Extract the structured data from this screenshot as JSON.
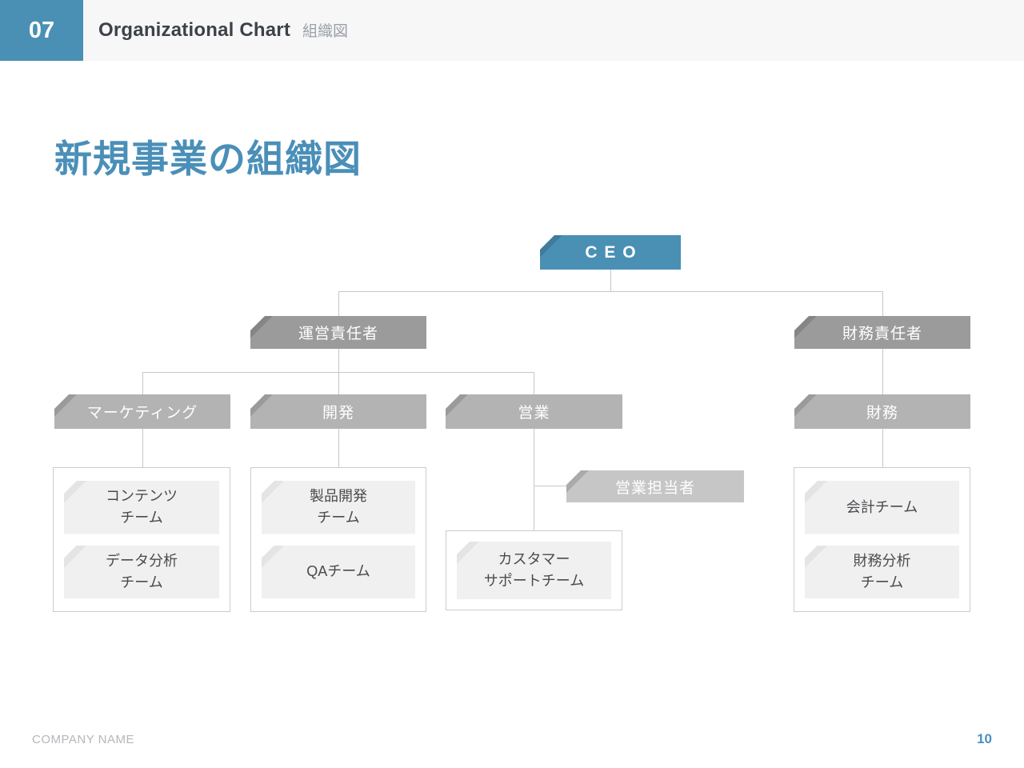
{
  "colors": {
    "accent_blue": "#4a90b5",
    "title_blue": "#4a8fb8",
    "manager_gray": "#9b9b9b",
    "department_gray": "#b3b3b3",
    "assignee_gray": "#c6c6c6",
    "leaf_bg": "#f0f0f1",
    "connector_gray": "#c6c6ca",
    "header_bg": "#f7f7f8"
  },
  "header": {
    "slide_number": "07",
    "title": "Organizational Chart",
    "subtitle": "組織図"
  },
  "page_title": "新規事業の組織図",
  "org_chart": {
    "ceo": {
      "label": "CEO"
    },
    "managers": [
      {
        "id": "operations",
        "label": "運営責任者"
      },
      {
        "id": "finance",
        "label": "財務責任者"
      }
    ],
    "departments": [
      {
        "id": "marketing",
        "label": "マーケティング",
        "parent": "operations",
        "teams": [
          "コンテンツ\nチーム",
          "データ分析\nチーム"
        ]
      },
      {
        "id": "development",
        "label": "開発",
        "parent": "operations",
        "teams": [
          "製品開発\nチーム",
          "QAチーム"
        ]
      },
      {
        "id": "sales",
        "label": "営業",
        "parent": "operations",
        "staff": "営業担当者",
        "teams": [
          "カスタマー\nサポートチーム"
        ]
      },
      {
        "id": "finance-dept",
        "label": "財務",
        "parent": "finance",
        "teams": [
          "会計チーム",
          "財務分析\nチーム"
        ]
      }
    ]
  },
  "footer": {
    "company_name": "COMPANY NAME",
    "page_number": "10"
  }
}
